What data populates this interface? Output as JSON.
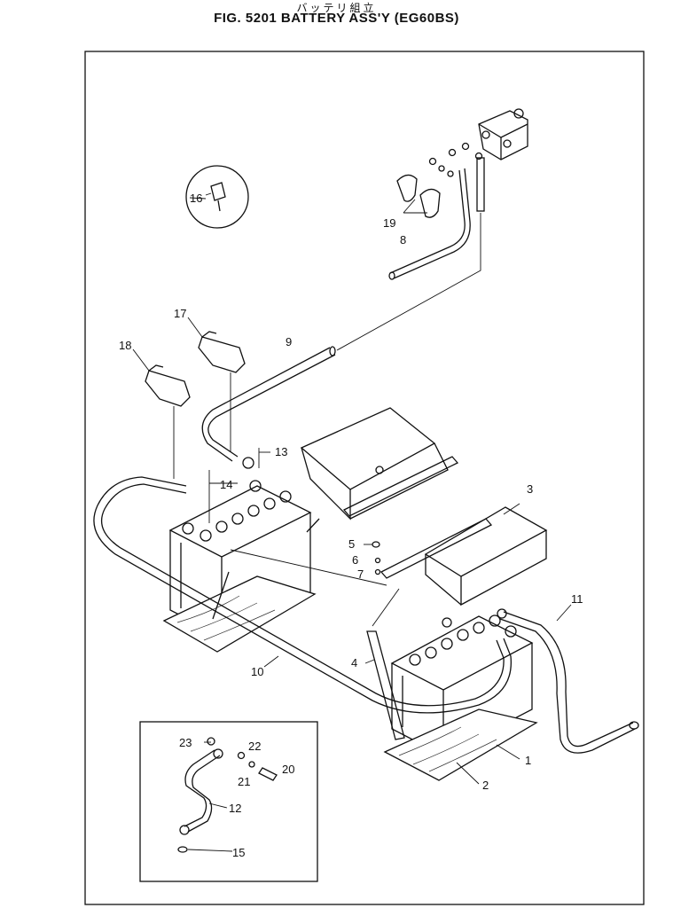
{
  "header": {
    "japanese": "バッテリ組立",
    "title": "FIG. 5201  BATTERY ASS'Y (EG60BS)"
  },
  "callouts": [
    "1",
    "2",
    "3",
    "4",
    "5",
    "6",
    "7",
    "8",
    "9",
    "10",
    "11",
    "12",
    "13",
    "14",
    "15",
    "16",
    "17",
    "18",
    "19",
    "20",
    "21",
    "22",
    "23"
  ]
}
